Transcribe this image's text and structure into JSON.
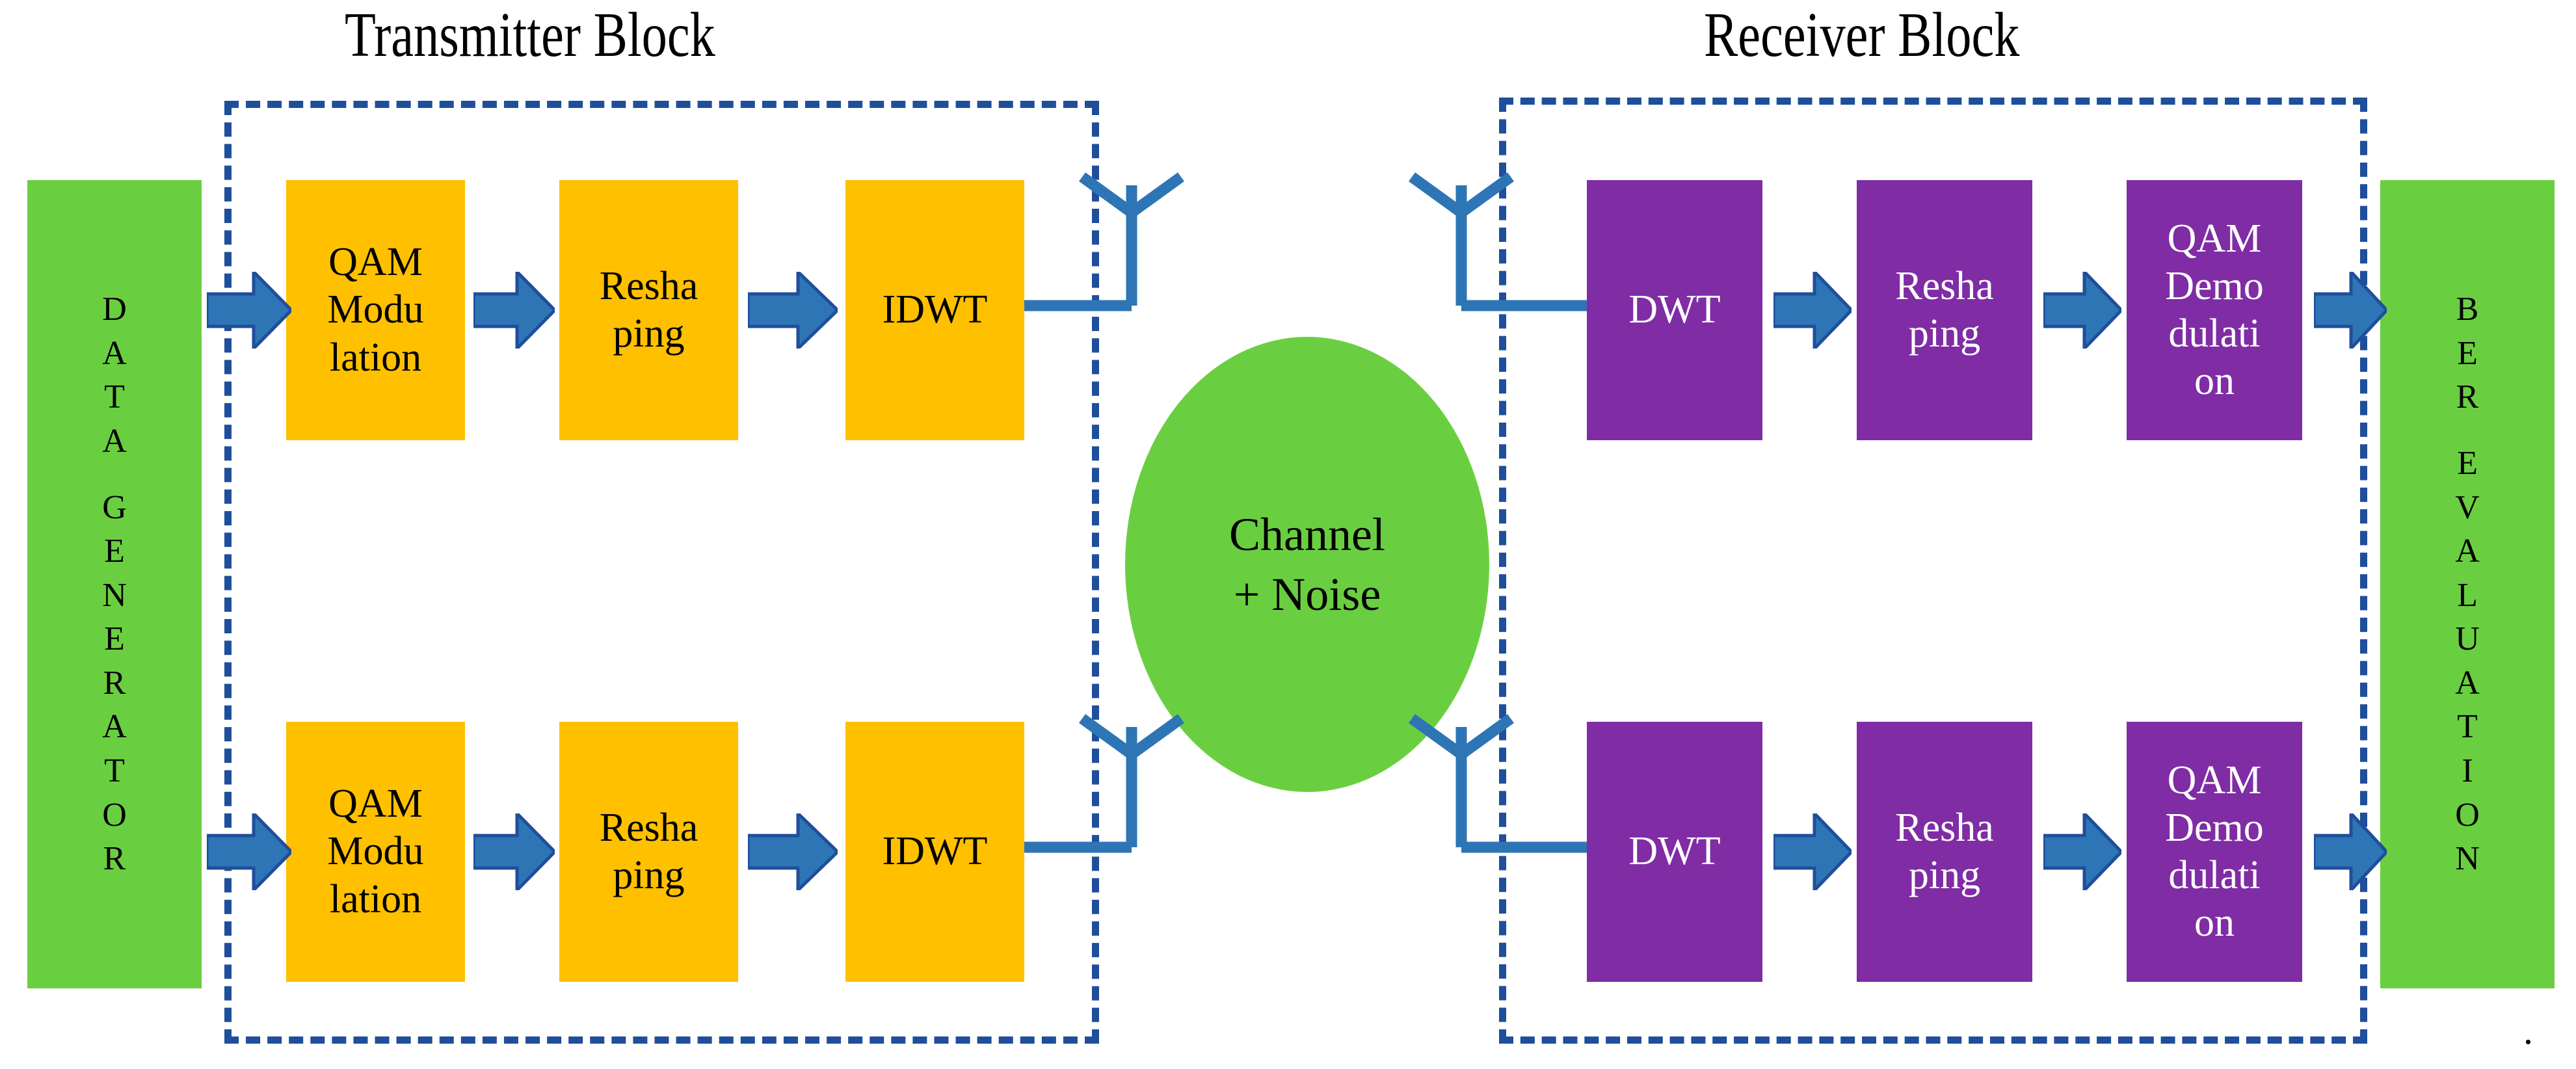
{
  "figure": {
    "kind": "block-diagram",
    "description": "Wavelet based MIMO OFDM transmitter and receiver block diagram",
    "trailing_period": "."
  },
  "colors": {
    "transmitter_block_fill": "#FFC000",
    "receiver_block_fill": "#7F2CA5",
    "terminal_block_fill": "#6ACF40",
    "channel_fill": "#6ACF40",
    "arrow_fill": "#2E75B6",
    "arrow_stroke": "#1F4E9B",
    "dashed_border": "#1F4E9B",
    "antenna_stroke": "#2E75B6",
    "background": "#FFFFFF",
    "transmitter_text": "#000000",
    "receiver_text": "#FFFFFF"
  },
  "titles": {
    "transmitter": "Transmitter Block",
    "receiver": "Receiver Block"
  },
  "terminals": {
    "input": {
      "name": "DATA GENERATOR",
      "lines": [
        "D",
        "A",
        "T",
        "A",
        "",
        "G",
        "E",
        "N",
        "E",
        "R",
        "A",
        "T",
        "O",
        "R"
      ]
    },
    "output": {
      "name": "BER EVALUATION",
      "lines": [
        "B",
        "E",
        "R",
        "",
        "E",
        "V",
        "A",
        "L",
        "U",
        "A",
        "T",
        "I",
        "O",
        "N"
      ]
    }
  },
  "channel": {
    "lines": [
      "Channel",
      "+ Noise"
    ]
  },
  "transmitter": {
    "chains": [
      {
        "id": "tx-chain-1",
        "stages": [
          {
            "id": "qam-modulation",
            "lines": [
              "QAM",
              "Modu",
              "lation"
            ]
          },
          {
            "id": "reshaping",
            "lines": [
              "Resha",
              "ping"
            ]
          },
          {
            "id": "idwt",
            "lines": [
              "IDWT"
            ]
          }
        ],
        "antenna": "transmit-antenna"
      },
      {
        "id": "tx-chain-2",
        "stages": [
          {
            "id": "qam-modulation",
            "lines": [
              "QAM",
              "Modu",
              "lation"
            ]
          },
          {
            "id": "reshaping",
            "lines": [
              "Resha",
              "ping"
            ]
          },
          {
            "id": "idwt",
            "lines": [
              "IDWT"
            ]
          }
        ],
        "antenna": "transmit-antenna"
      }
    ]
  },
  "receiver": {
    "chains": [
      {
        "id": "rx-chain-1",
        "antenna": "receive-antenna",
        "stages": [
          {
            "id": "dwt",
            "lines": [
              "DWT"
            ]
          },
          {
            "id": "reshaping",
            "lines": [
              "Resha",
              "ping"
            ]
          },
          {
            "id": "qam-demodulation",
            "lines": [
              "QAM",
              "Demo",
              "dulati",
              "on"
            ]
          }
        ]
      },
      {
        "id": "rx-chain-2",
        "antenna": "receive-antenna",
        "stages": [
          {
            "id": "dwt",
            "lines": [
              "DWT"
            ]
          },
          {
            "id": "reshaping",
            "lines": [
              "Resha",
              "ping"
            ]
          },
          {
            "id": "qam-demodulation",
            "lines": [
              "QAM",
              "Demo",
              "dulati",
              "on"
            ]
          }
        ]
      }
    ]
  }
}
